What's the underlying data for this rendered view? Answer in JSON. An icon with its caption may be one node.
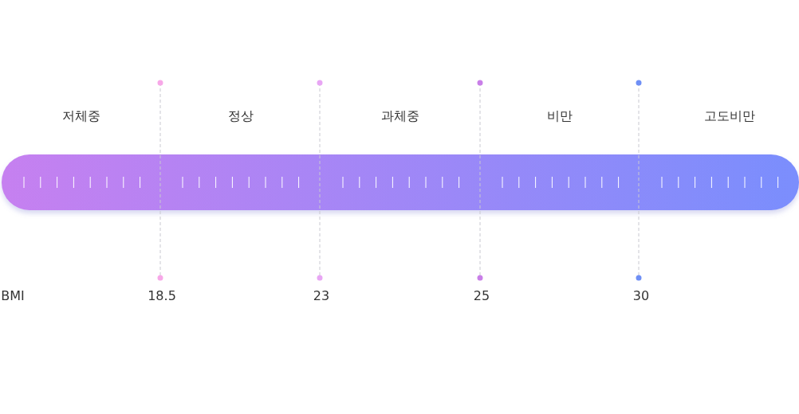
{
  "diagram": {
    "labels": [
      "저체중",
      "정상",
      "과체중",
      "비만",
      "고도비만",
      "BMI",
      "18.5",
      "23",
      "25",
      "30"
    ]
  }
}
